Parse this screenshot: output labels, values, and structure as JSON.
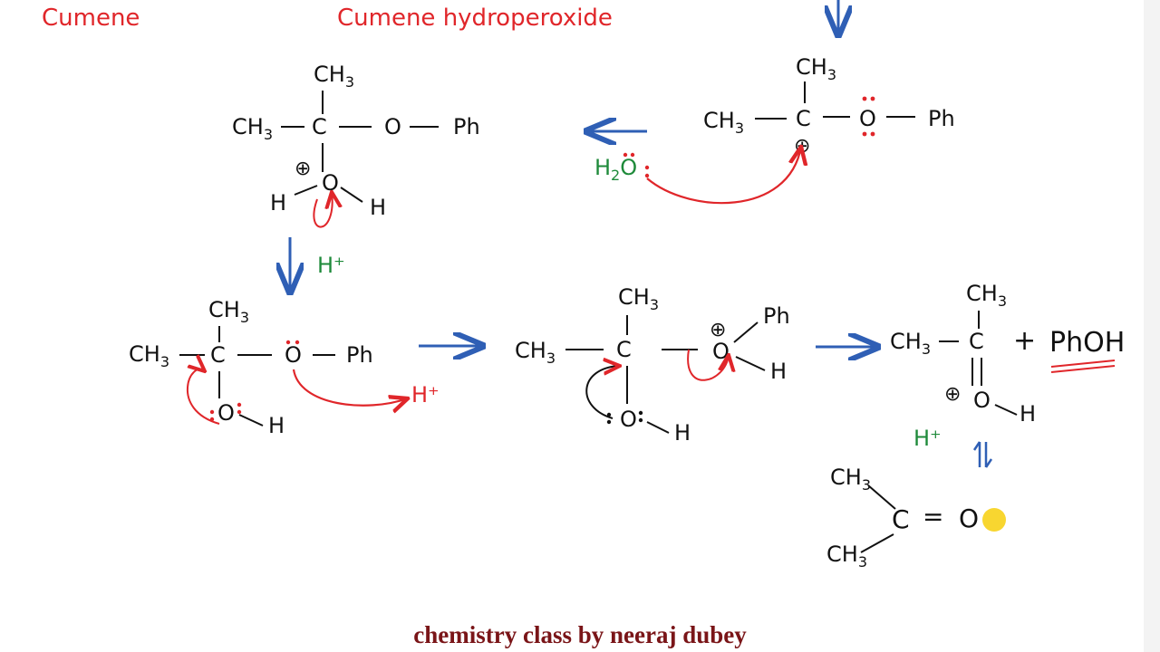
{
  "titles": {
    "left": "Cumene",
    "middle": "Cumene hydroperoxide"
  },
  "labels": {
    "ch3": "CH",
    "sub3": "3",
    "c": "C",
    "o": "O",
    "ph": "Ph",
    "h": "H",
    "h2": "H",
    "sub2": "2",
    "hplus": "H⁺",
    "phoh": "PhOH",
    "plus": "+",
    "equals": "=",
    "plus_charge": "⊕"
  },
  "colors": {
    "ink": "#111111",
    "red_arrow": "#e0262a",
    "blue_arrow": "#2f5fb5",
    "green_text": "#1e8a3a",
    "highlight": "#f7d21a",
    "caption": "#7a1518"
  },
  "caption": "chemistry class by neeraj dubey"
}
